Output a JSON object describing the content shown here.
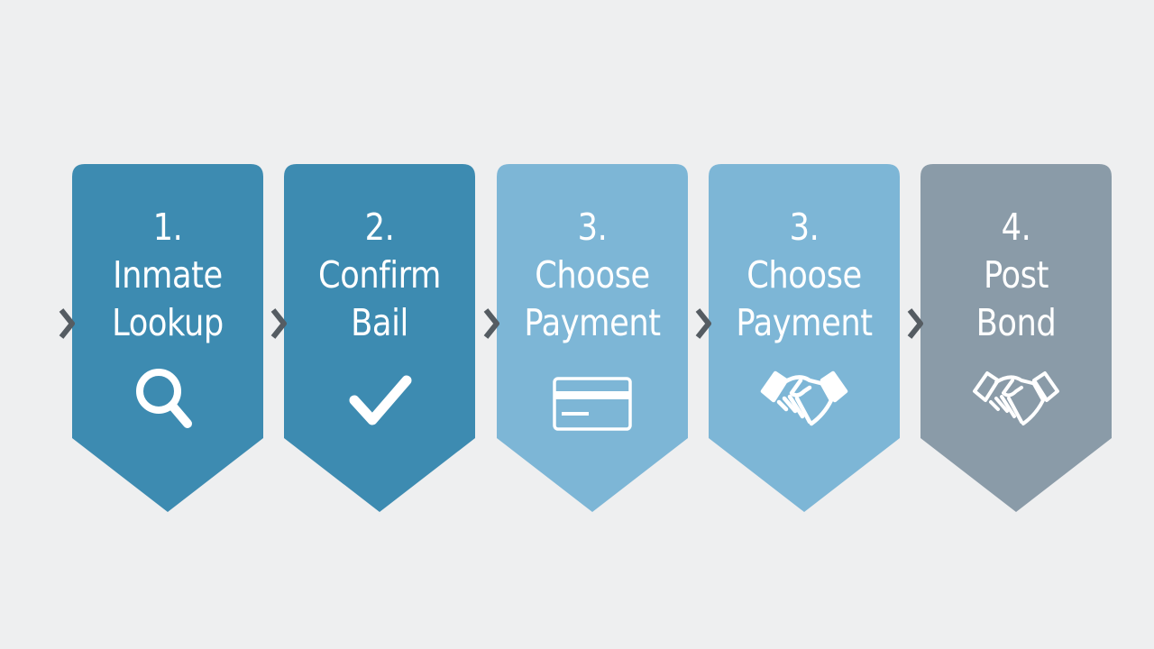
{
  "colors": {
    "background": "#eeeff0",
    "step_dark_blue": "#3d8bb1",
    "step_light_blue": "#7db6d6",
    "step_gray": "#8a9ba8",
    "chevron": "#555c62",
    "text": "#ffffff"
  },
  "steps": [
    {
      "number": "1.",
      "line1": "Inmate",
      "line2": "Lookup",
      "icon": "magnifier-icon",
      "color": "#3d8bb1"
    },
    {
      "number": "2.",
      "line1": "Confirm",
      "line2": "Bail",
      "icon": "checkmark-icon",
      "color": "#3d8bb1"
    },
    {
      "number": "3.",
      "line1": "Choose",
      "line2": "Payment",
      "icon": "credit-card-icon",
      "color": "#7db6d6"
    },
    {
      "number": "3.",
      "line1": "Choose",
      "line2": "Payment",
      "icon": "handshake-icon",
      "color": "#7db6d6"
    },
    {
      "number": "4.",
      "line1": "Post",
      "line2": "Bond",
      "icon": "handshake-icon",
      "color": "#8a9ba8"
    }
  ]
}
